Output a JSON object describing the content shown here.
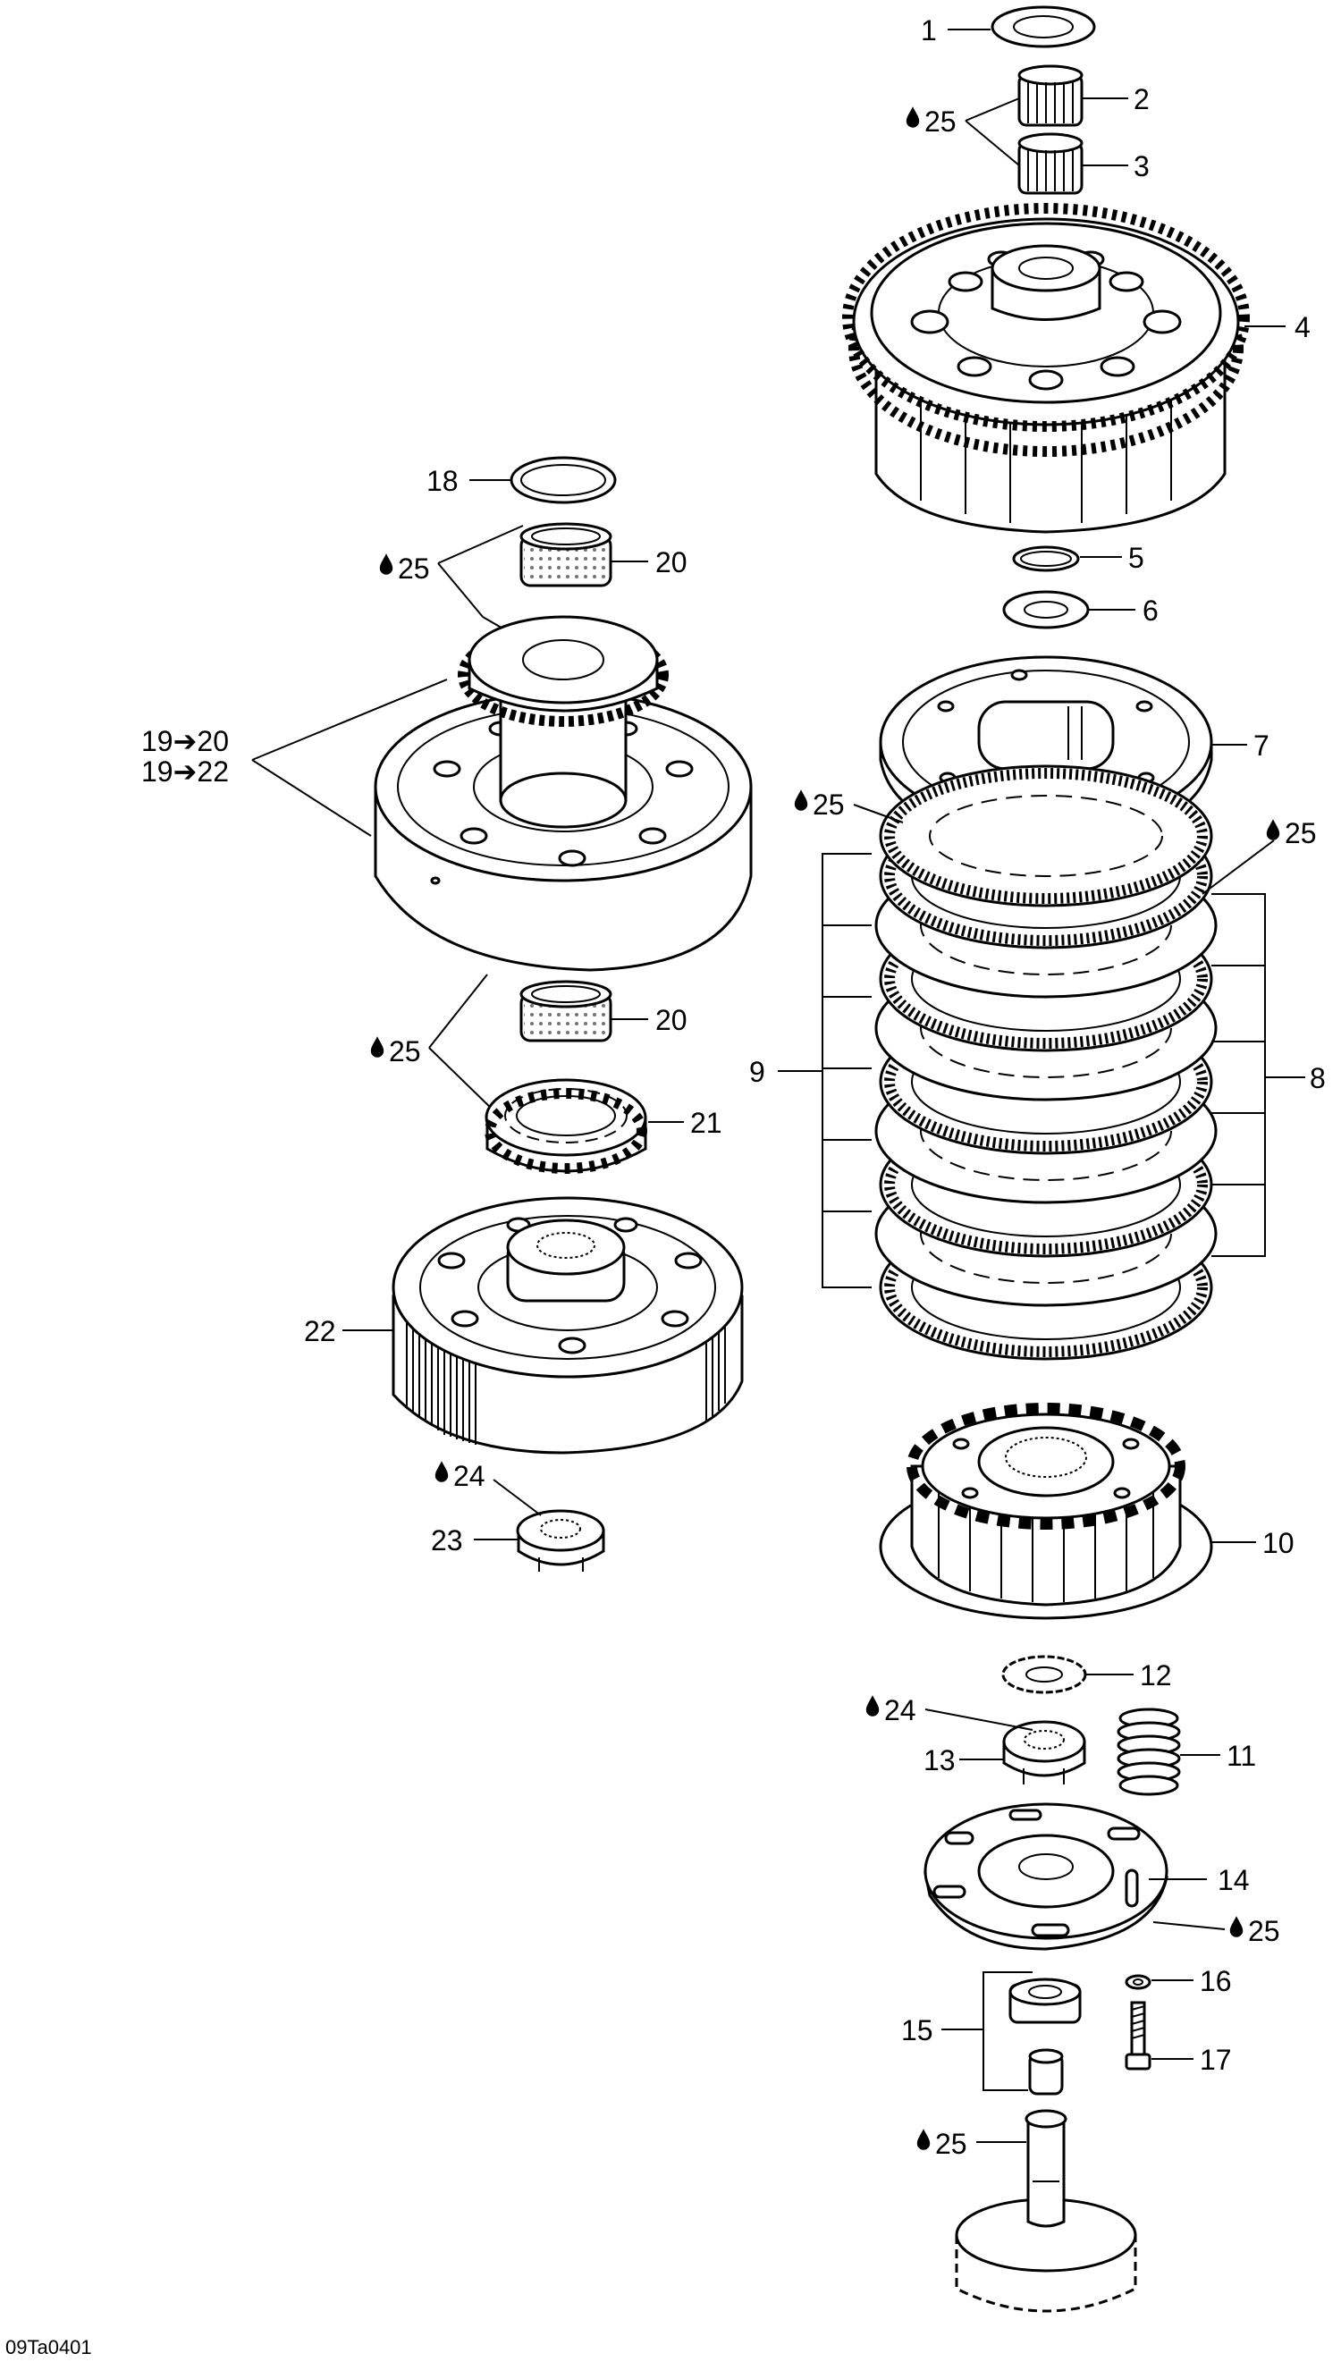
{
  "figure_code": "09Ta0401",
  "callouts": {
    "c1": "1",
    "c2": "2",
    "c3": "3",
    "c4": "4",
    "c5": "5",
    "c6": "6",
    "c7": "7",
    "c8": "8",
    "c9": "9",
    "c10": "10",
    "c11": "11",
    "c12": "12",
    "c13": "13",
    "c14": "14",
    "c15": "15",
    "c16": "16",
    "c17": "17",
    "c18": "18",
    "c20a": "20",
    "c20b": "20",
    "c21": "21",
    "c22": "22",
    "c23": "23",
    "c19_20": "19➔20",
    "c19_22": "19➔22"
  },
  "lubricants": {
    "l25_a": "25",
    "l25_b": "25",
    "l25_c": "25",
    "l25_d": "25",
    "l25_e": "25",
    "l25_f": "25",
    "l25_g": "25",
    "l24_a": "24",
    "l24_b": "24"
  },
  "colors": {
    "line": "#000000",
    "background": "#ffffff"
  },
  "icons": {
    "lubricant": "oil-drop-icon"
  }
}
